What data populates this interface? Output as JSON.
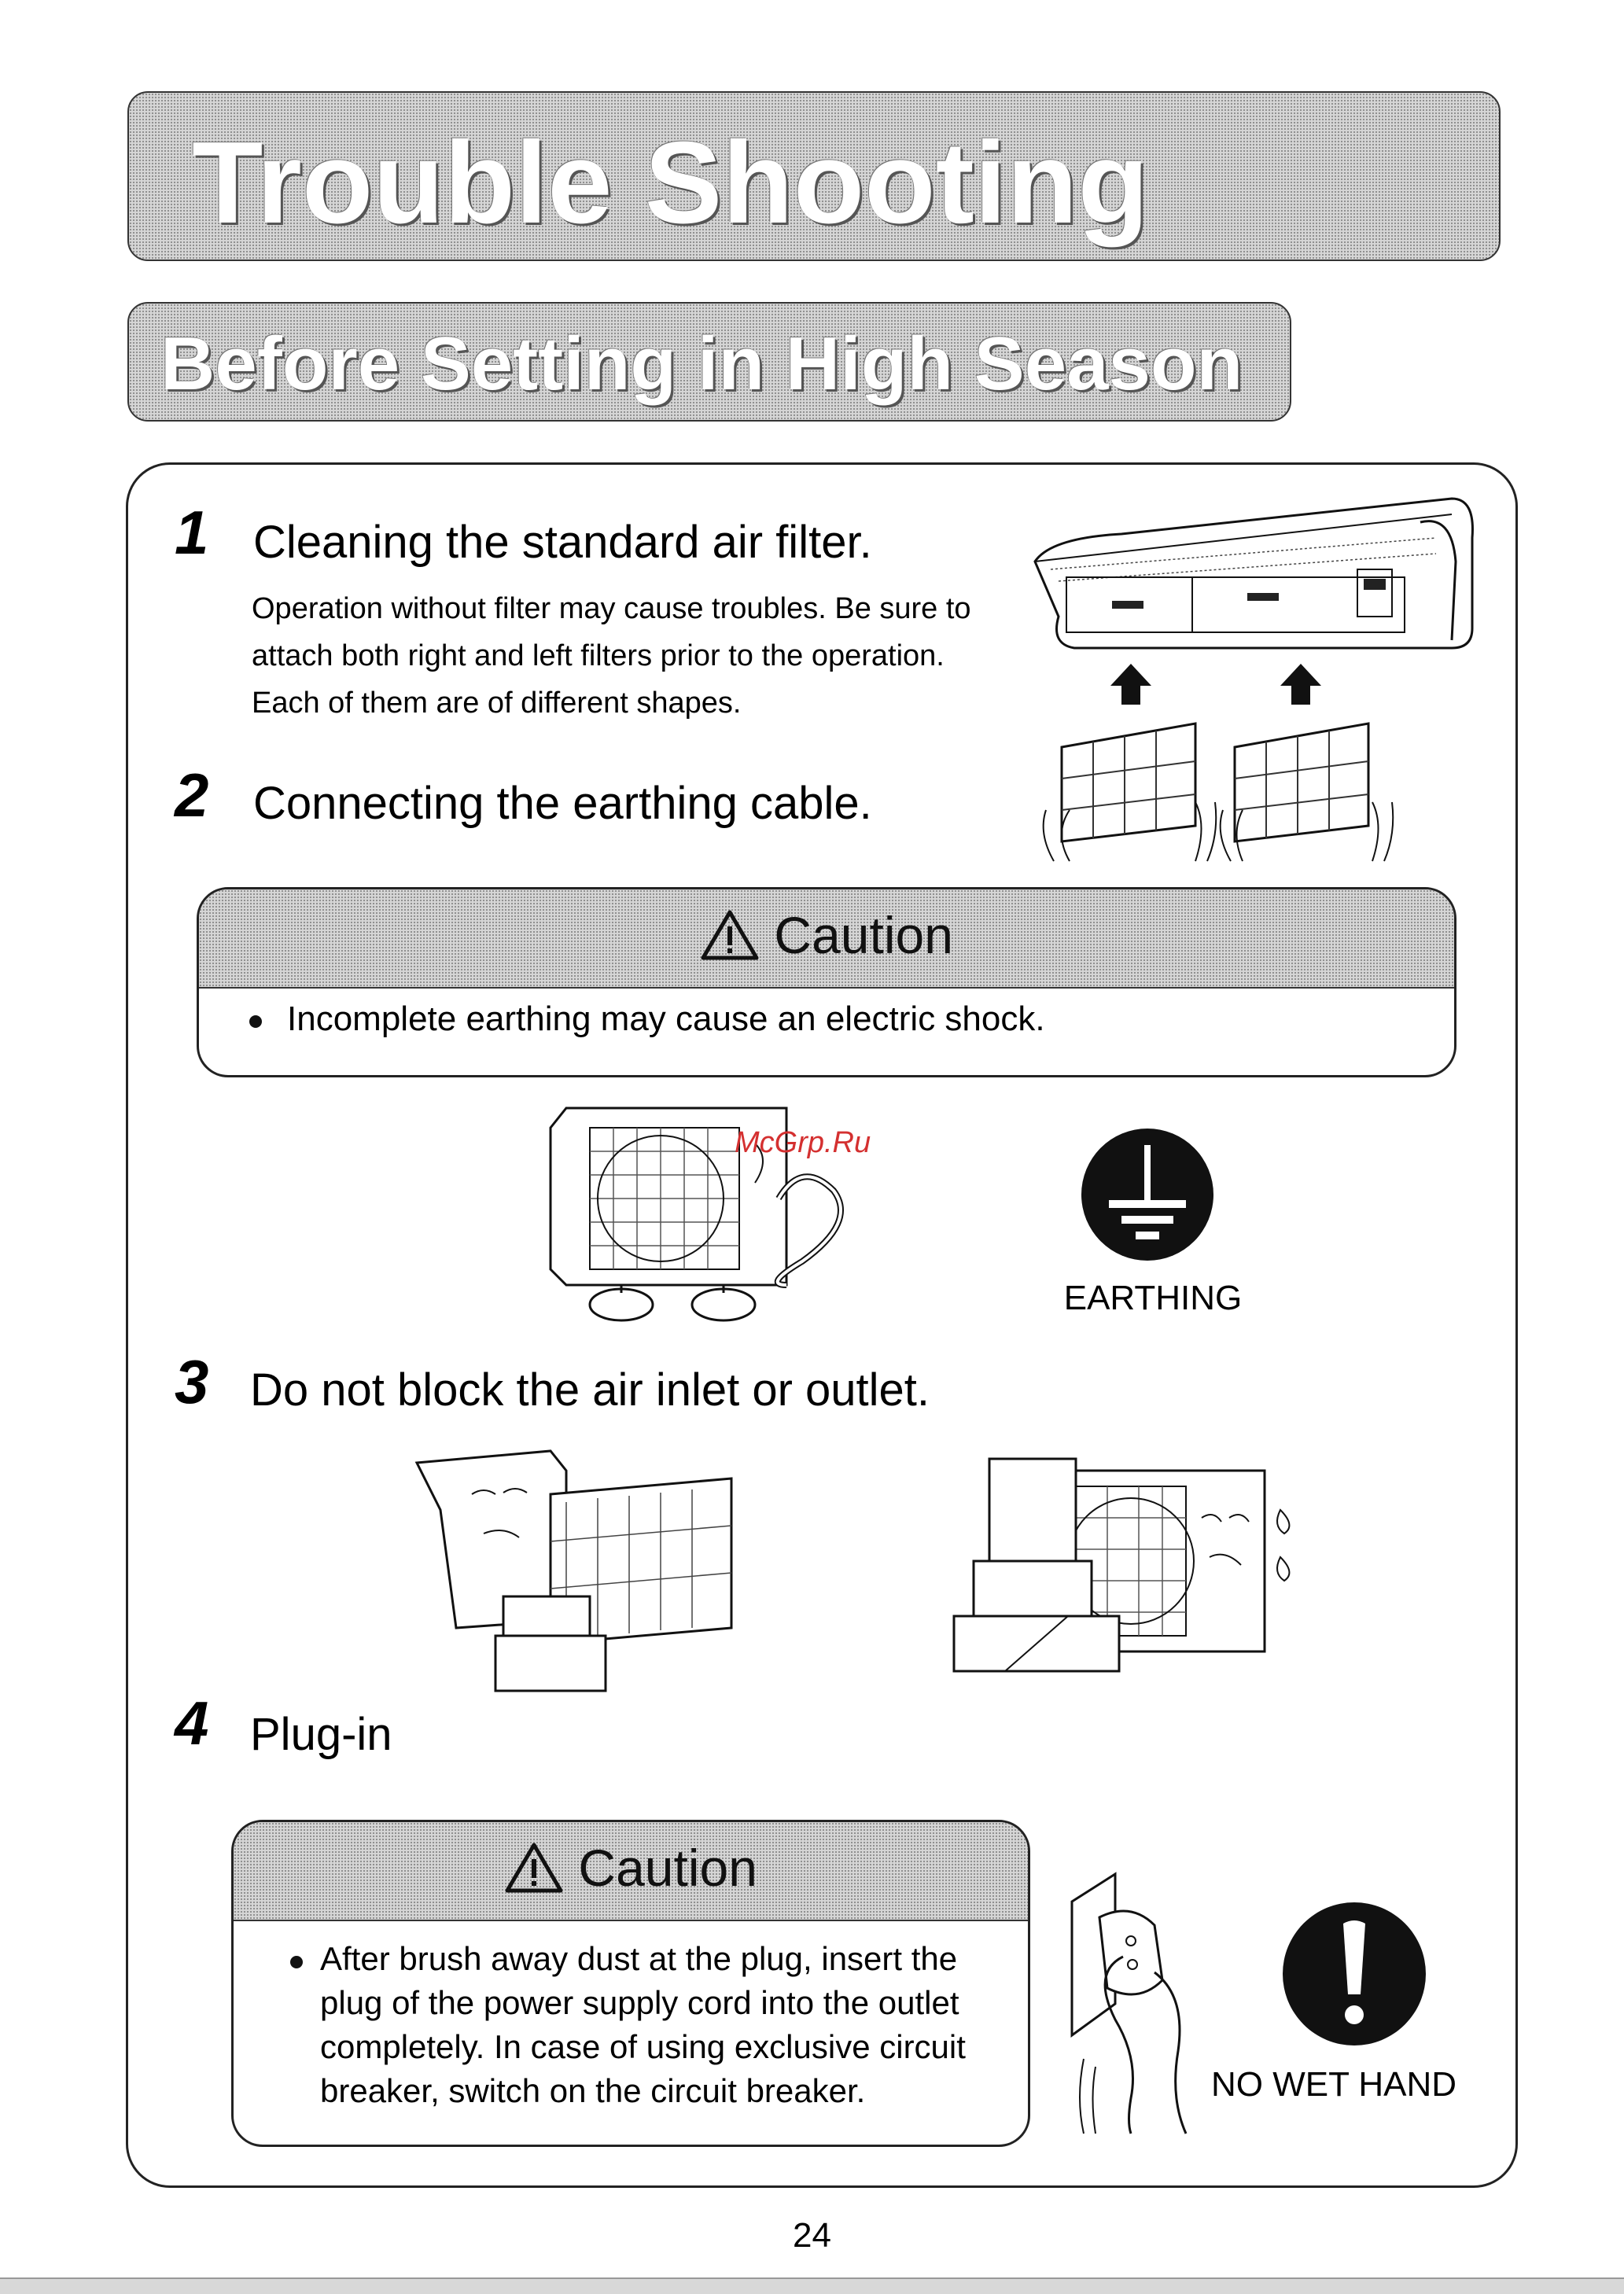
{
  "title": "Trouble Shooting",
  "subtitle": "Before Setting in High Season",
  "steps": [
    {
      "number": "1",
      "heading": "Cleaning the standard air filter.",
      "body": "Operation without filter may cause troubles. Be sure to attach both right and left filters prior to the operation. Each of them are of different shapes."
    },
    {
      "number": "2",
      "heading": "Connecting the earthing cable."
    },
    {
      "number": "3",
      "heading": "Do not block the air inlet or outlet."
    },
    {
      "number": "4",
      "heading": "Plug-in"
    }
  ],
  "caution1": {
    "title": "Caution",
    "bullet": "Incomplete earthing may cause an electric shock."
  },
  "caution2": {
    "title": "Caution",
    "bullet": "After brush away dust at the plug, insert the plug of the power supply cord into the outlet completely. In case of using exclusive circuit breaker, switch on the circuit breaker."
  },
  "labels": {
    "earthing": "EARTHING",
    "no_wet_hand": "NO WET HAND"
  },
  "watermark": "McGrp.Ru",
  "page_number": "24",
  "icons": [
    "warning-triangle-icon",
    "earth-ground-icon",
    "exclamation-icon",
    "arrow-up-icon"
  ]
}
